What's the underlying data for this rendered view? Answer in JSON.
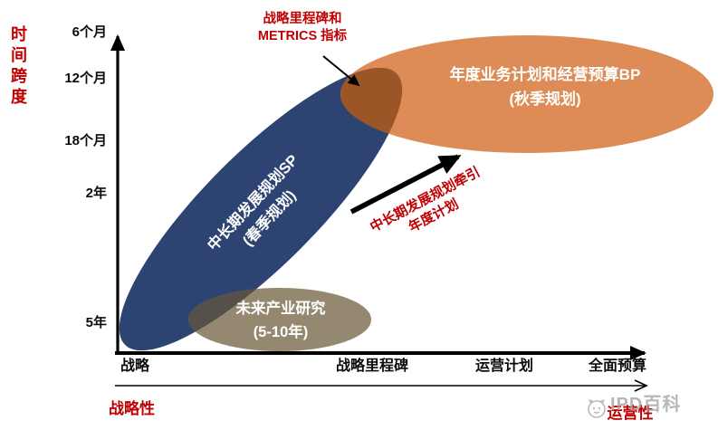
{
  "colors": {
    "accent_red": "#C00000",
    "blue_ellipse": "#2D4372",
    "orange_ellipse": "#DE8C57",
    "blue_orange_overlap": "#9B5526",
    "gray_ellipse": "#948870",
    "blue_gray_overlap": "#55504A",
    "axis_black": "#000000",
    "watermark_gray": "#A6A6A6"
  },
  "y_axis": {
    "label": "时\n间\n跨\n度",
    "ticks": [
      "6个月",
      "12个月",
      "18个月",
      "2年",
      "5年"
    ]
  },
  "x_axis": {
    "ticks": [
      "战略",
      "战略里程碑",
      "运营计划",
      "全面预算"
    ],
    "strategic_label": "战略性",
    "operational_label": "运营性"
  },
  "ellipses": {
    "sp": "中长期发展规划SP\n(春季规划)",
    "bp": "年度业务计划和经营预算BP\n(秋季规划)",
    "research": "未来产业研究\n(5-10年)"
  },
  "annotations": {
    "milestone": "战略里程碑和\nMETRICS 指标",
    "pull": "中长期发展规划牵引\n年度计划"
  },
  "watermark": {
    "text": "IPD百科"
  }
}
